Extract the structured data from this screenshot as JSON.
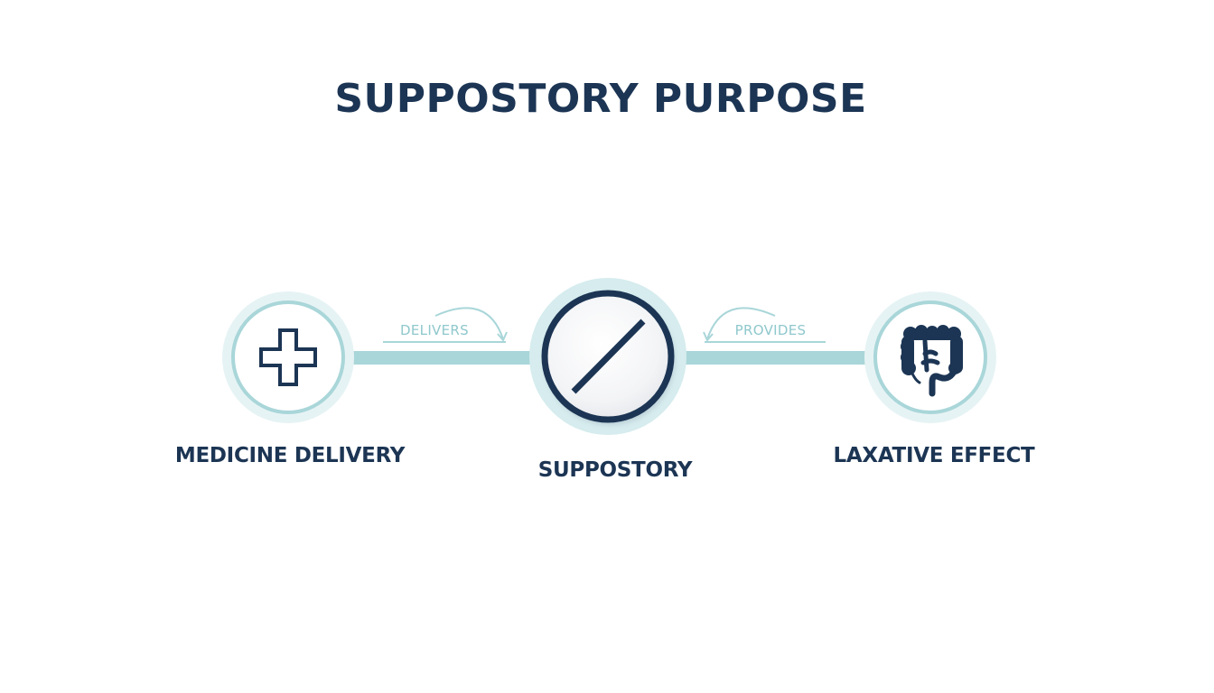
{
  "title": "SUPPOSTORY PURPOSE",
  "nodes": {
    "left": {
      "label": "MEDICINE DELIVERY",
      "icon": "medical-cross-icon"
    },
    "center": {
      "label": "SUPPOSTORY",
      "icon": "suppository-pill-icon"
    },
    "right": {
      "label": "LAXATIVE EFFECT",
      "icon": "intestine-icon"
    }
  },
  "edges": {
    "left": {
      "label": "DELIVERS"
    },
    "right": {
      "label": "PROVIDES"
    }
  },
  "colors": {
    "navy": "#1c3554",
    "teal": "#a9d6d9",
    "teal_light": "#e6f3f4",
    "teal_text": "#8fc8cc"
  }
}
